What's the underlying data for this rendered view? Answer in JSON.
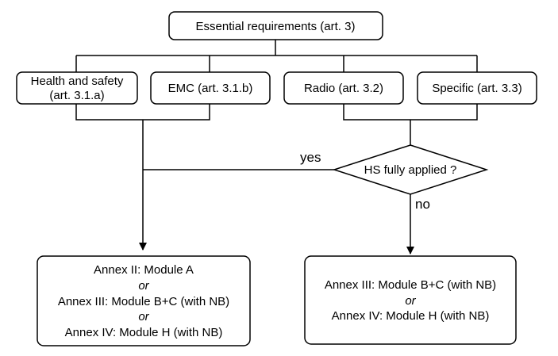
{
  "top": {
    "label": "Essential requirements (art. 3)"
  },
  "articles": {
    "health_line1": "Health and safety",
    "health_line2": "(art. 3.1.a)",
    "emc": "EMC (art. 3.1.b)",
    "radio": "Radio (art. 3.2)",
    "specific": "Specific (art. 3.3)"
  },
  "decision": {
    "question": "HS fully applied ?",
    "yes_label": "yes",
    "no_label": "no"
  },
  "left_outcome": {
    "line1": "Annex II: Module A",
    "or1": "or",
    "line2": "Annex III: Module B+C (with NB)",
    "or2": "or",
    "line3": "Annex IV: Module H (with NB)"
  },
  "right_outcome": {
    "line1": "Annex III: Module B+C (with NB)",
    "or1": "or",
    "line2": "Annex IV: Module H (with NB)"
  }
}
